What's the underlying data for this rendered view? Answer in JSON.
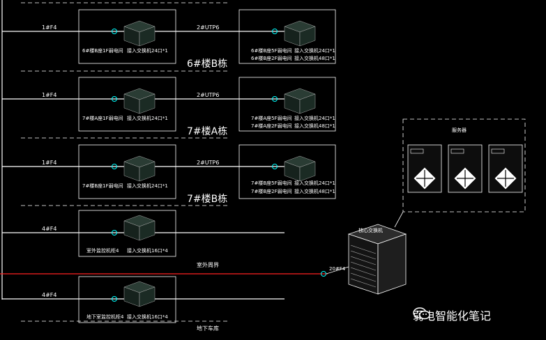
{
  "rows": [
    {
      "fiber": "1#F4",
      "link": "2#UTP6",
      "left_label": "6#楼B座1F弱电间",
      "left_model": "接入交换机24口*1",
      "right_label1": "6#楼B座5F弱电间",
      "right_model1": "接入交换机24口*1",
      "right_label2": "6#楼B座2F弱电间",
      "right_model2": "接入交换机48口*1",
      "building": "6#楼B栋"
    },
    {
      "fiber": "1#F4",
      "link": "2#UTP6",
      "left_label": "7#楼A座1F弱电间",
      "left_model": "接入交换机24口*1",
      "right_label1": "7#楼A座5F弱电间",
      "right_model1": "接入交换机24口*1",
      "right_label2": "7#楼A座2F弱电间",
      "right_model2": "接入交换机48口*1",
      "building": "7#楼A栋"
    },
    {
      "fiber": "1#F4",
      "link": "2#UTP6",
      "left_label": "7#楼B座1F弱电间",
      "left_model": "接入交换机24口*1",
      "right_label1": "7#楼B座5F弱电间",
      "right_model1": "接入交换机24口*1",
      "right_label2": "7#楼B座2F弱电间",
      "right_model2": "接入交换机48口*1",
      "building": "7#楼B栋"
    },
    {
      "fiber": "4#F4",
      "left_label": "室外监控机柜4",
      "left_model": "接入交换机16口*4"
    },
    {
      "fiber": "4#F4",
      "left_label": "地下室监控机柜4",
      "left_model": "接入交换机16口*4"
    }
  ],
  "outdoor_label": "室外周界",
  "garage_label": "地下车库",
  "core_switch_label": "核心交换机",
  "core_fiber": "20#F4",
  "server_label": "服务器",
  "watermark": "弱电智能化笔记",
  "colors": {
    "background": "#000000",
    "line": "#ffffff",
    "outdoor_line": "#ff2020",
    "connector": "#00ffff",
    "device": "#1b2b24"
  }
}
